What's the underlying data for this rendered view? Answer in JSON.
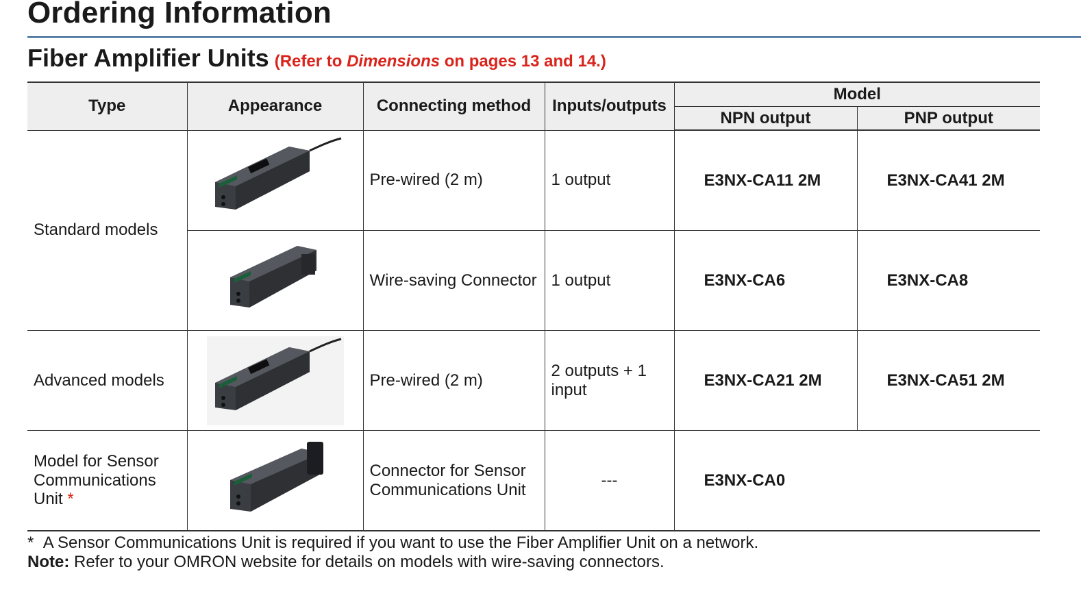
{
  "heading": "Ordering Information",
  "subheading": "Fiber Amplifier Units",
  "reference": {
    "prefix": "(Refer to ",
    "italic": "Dimensions",
    "suffix": " on pages 13 and 14.)"
  },
  "table": {
    "headers": {
      "type": "Type",
      "appearance": "Appearance",
      "connecting_method": "Connecting method",
      "io": "Inputs/outputs",
      "model": "Model",
      "npn": "NPN output",
      "pnp": "PNP output"
    },
    "rows": [
      {
        "type": "Standard models",
        "connecting_method": "Pre-wired (2 m)",
        "io": "1 output",
        "npn": "E3NX-CA11 2M",
        "pnp": "E3NX-CA41 2M",
        "appearance_icon": "amplifier-cable-icon"
      },
      {
        "type": "",
        "connecting_method": "Wire-saving Connector",
        "io": "1 output",
        "npn": "E3NX-CA6",
        "pnp": "E3NX-CA8",
        "appearance_icon": "amplifier-connector-icon"
      },
      {
        "type": "Advanced models",
        "connecting_method": "Pre-wired (2 m)",
        "io": "2 outputs + 1 input",
        "npn": "E3NX-CA21 2M",
        "pnp": "E3NX-CA51 2M",
        "appearance_icon": "amplifier-cable-icon"
      },
      {
        "type_line1": "Model for Sensor Communications Unit",
        "type_mark": "*",
        "connecting_method": "Connector for Sensor Communications Unit",
        "io": "---",
        "model": "E3NX-CA0",
        "appearance_icon": "amplifier-comm-icon"
      }
    ]
  },
  "footnote": {
    "mark": "*",
    "text": "A Sensor Communications Unit is required if you want to use the Fiber Amplifier Unit on a network."
  },
  "note": {
    "label": "Note:",
    "text": " Refer to your OMRON website for details on models with wire-saving connectors."
  },
  "colors": {
    "accent_red": "#d9241c",
    "rule_blue": "#2a5d8c",
    "header_gray": "#eeeeee"
  }
}
